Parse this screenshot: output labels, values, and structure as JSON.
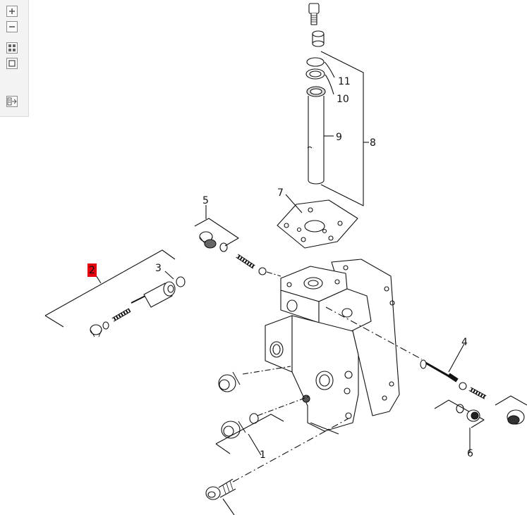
{
  "toolbar": {
    "buttons": [
      {
        "name": "zoom-in-button",
        "icon": "plus-icon"
      },
      {
        "name": "zoom-out-button",
        "icon": "minus-icon"
      },
      {
        "name": "fit-page-button",
        "icon": "grid-icon"
      },
      {
        "name": "actual-size-button",
        "icon": "square-icon"
      },
      {
        "name": "parts-list-button",
        "icon": "list-arrow-icon"
      }
    ]
  },
  "callouts": {
    "c1": "1",
    "c2": "2",
    "c3": "3",
    "c4": "4",
    "c5": "5",
    "c6": "6",
    "c7": "7",
    "c8": "8",
    "c9": "9",
    "c10": "10",
    "c11": "11"
  },
  "highlight_color": "#e3000f"
}
